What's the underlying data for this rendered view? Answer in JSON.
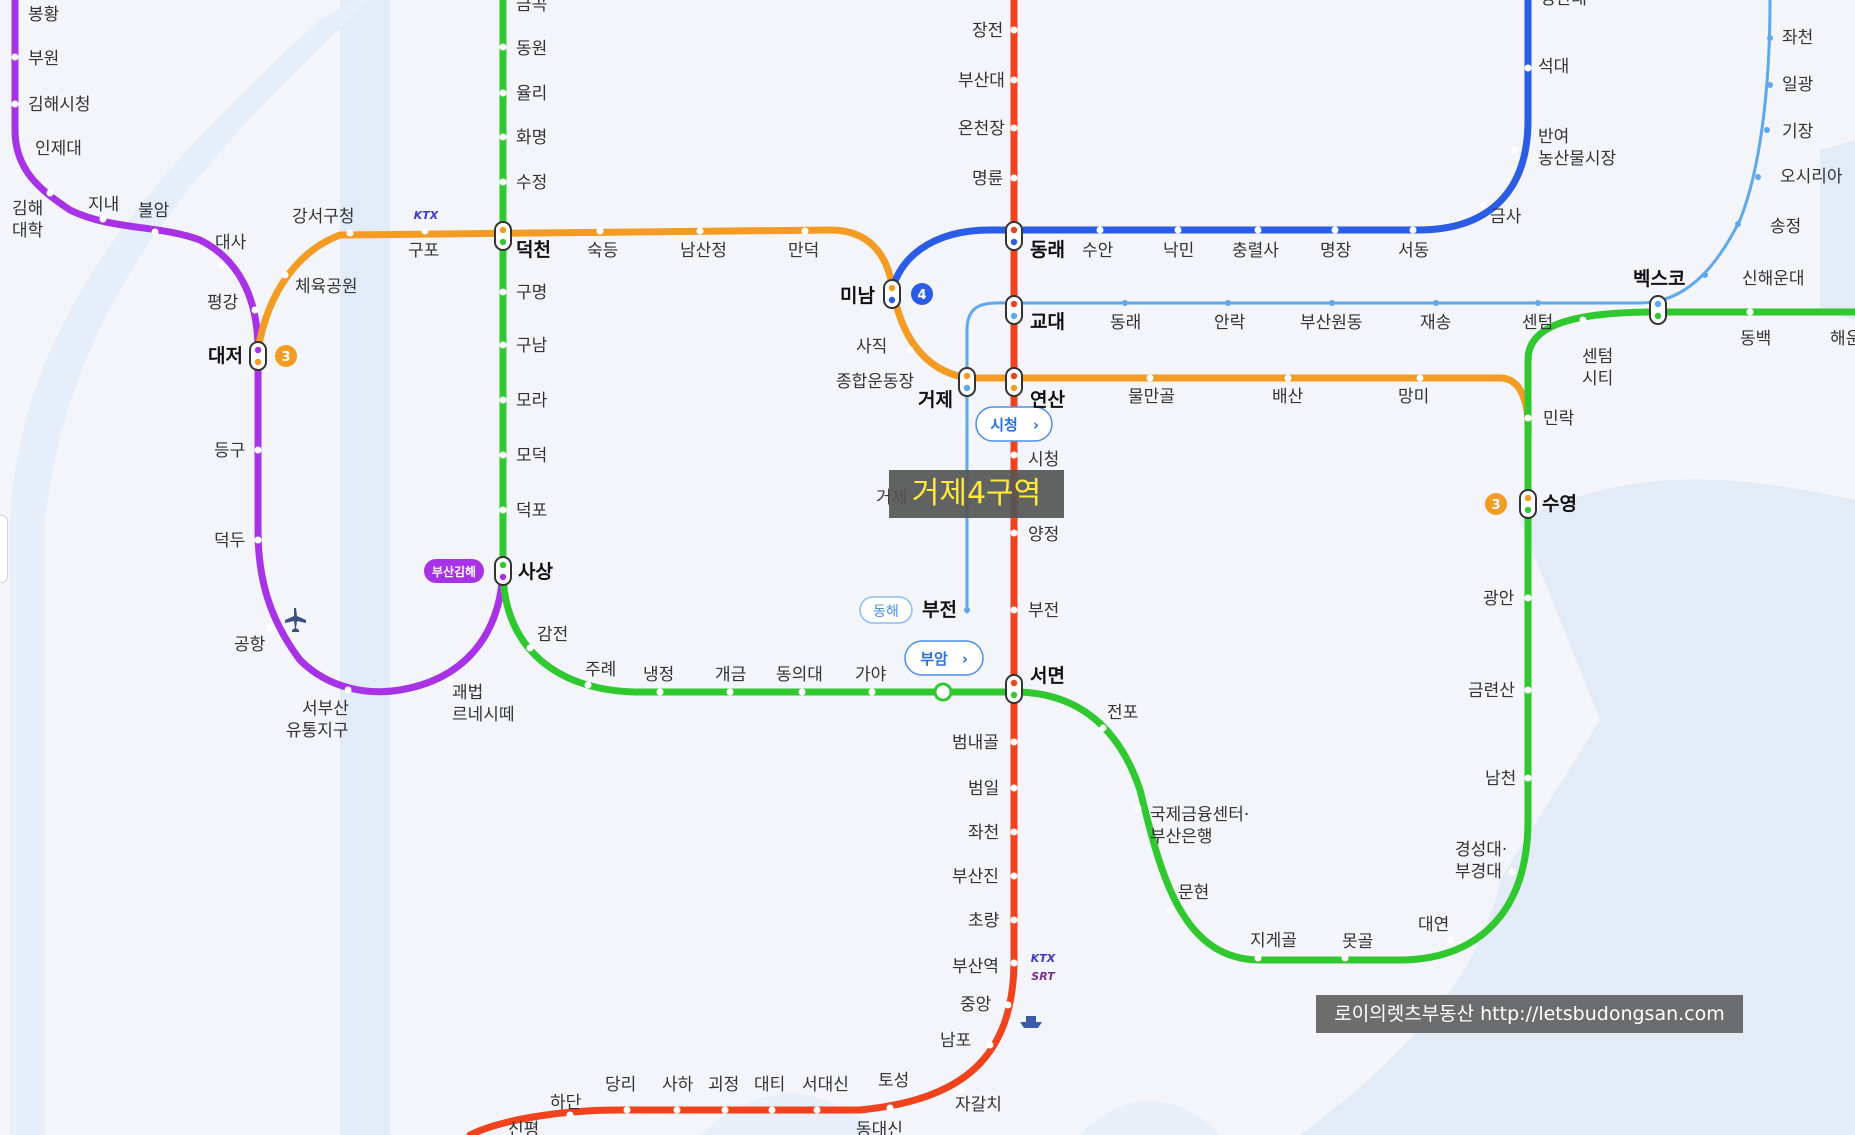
{
  "colors": {
    "background": "#f3f5fa",
    "water": "#e2ecf9",
    "line1": "#f0421c",
    "line2": "#2fc82f",
    "line3": "#f39b22",
    "line4": "#2b5ce6",
    "gimhae": "#a833e6",
    "donghae": "#5fa8f0"
  },
  "stations": {
    "bonghwang": "봉황",
    "buwon": "부원",
    "gimhae_city": "김해시청",
    "inje": "인제대",
    "gimhae_univ_1": "김해",
    "gimhae_univ_2": "대학",
    "jinae": "지내",
    "buram": "불암",
    "daesa": "대사",
    "pyeonggang": "평강",
    "daejeo": "대저",
    "deunggu": "등구",
    "deokdu": "덕두",
    "gonghang": "공항",
    "seobusan_1": "서부산",
    "seobusan_2": "유통지구",
    "gwaebeop_1": "괘법",
    "gwaebeop_2": "르네시떼",
    "gangseo": "강서구청",
    "sports": "체육공원",
    "gupo": "구포",
    "deokcheon": "덕천",
    "sukdeung": "숙등",
    "namsanjeong": "남산정",
    "mandeok": "만덕",
    "minam": "미남",
    "saji": "사직",
    "stadium": "종합운동장",
    "geoje": "거제",
    "yeonsan": "연산",
    "mulmangol": "물만골",
    "baesan": "배산",
    "mangmi": "망미",
    "suyeong": "수영",
    "geumgok": "금곡",
    "dongwon": "동원",
    "yulli": "율리",
    "hwamyeong": "화명",
    "sujeong": "수정",
    "gumyeong": "구명",
    "gunam": "구남",
    "mora": "모라",
    "modeok": "모덕",
    "deokpo": "덕포",
    "sasang": "사상",
    "gamjeon": "감전",
    "jurye": "주례",
    "naengjeong": "냉정",
    "gaegeum": "개금",
    "dongeui": "동의대",
    "gaya": "가야",
    "bueam_stop": "부암",
    "seomyeon": "서면",
    "jeonpo": "전포",
    "ifc_1": "국제금융센터·",
    "ifc_2": "부산은행",
    "munhyeon": "문현",
    "jigegol": "지게골",
    "motgol": "못골",
    "daeyeon": "대연",
    "kyungsung_1": "경성대·",
    "kyungsung_2": "부경대",
    "namcheon": "남천",
    "geumnyeonsan": "금련산",
    "gwangan": "광안",
    "millak": "민락",
    "centum_city_1": "센텀",
    "centum_city_2": "시티",
    "bexco": "벡스코",
    "dongbaek": "동백",
    "haeundae": "해운",
    "jangjeon": "장전",
    "pnu": "부산대",
    "oncheonjang": "온천장",
    "myeongnyun": "명륜",
    "dongnae": "동래",
    "gyodae": "교대",
    "sicheong": "시청",
    "yangjeong": "양정",
    "bujeon": "부전",
    "beomnaegol": "범내골",
    "beomil": "범일",
    "jwacheon": "좌천",
    "busanjin": "부산진",
    "choryang": "초량",
    "busan_station": "부산역",
    "jungang": "중앙",
    "nampo": "남포",
    "jagalchi": "자갈치",
    "toseong": "토성",
    "dongdaesin": "동대신",
    "seodaesin": "서대신",
    "daeti": "대티",
    "goejeong": "괴정",
    "saha": "사하",
    "dangni": "당리",
    "hadan": "하단",
    "sinpyeong": "신평",
    "suan": "수안",
    "nangmin": "낙민",
    "chungnyeolsa": "충렬사",
    "myeongjang": "명장",
    "seodong": "서동",
    "geumsa": "금사",
    "banyeo_1": "반여",
    "banyeo_2": "농산물시장",
    "seokdae": "석대",
    "ansim": "영산대",
    "dongnae_donghae": "동래",
    "allak": "안락",
    "busanwondong": "부산원동",
    "jaesong": "재송",
    "centum": "센텀",
    "sinhaeundae": "신해운대",
    "songjeong": "송정",
    "osiria": "오시리아",
    "gijang": "기장",
    "ilgwang": "일광",
    "jwacheon_e": "좌천",
    "geoje_partial": "거제"
  },
  "badges": {
    "line3": "3",
    "line4": "4"
  },
  "labels": {
    "ktx": "KTX",
    "srt": "SRT",
    "airport_line": "부산김해",
    "donghae_line": "동해",
    "sicheong_link": "시청",
    "bueam_link": "부암",
    "chevron": "›"
  },
  "highlight": "거제4구역",
  "watermark": "로이의렛츠부동산 http://letsbudongsan.com"
}
